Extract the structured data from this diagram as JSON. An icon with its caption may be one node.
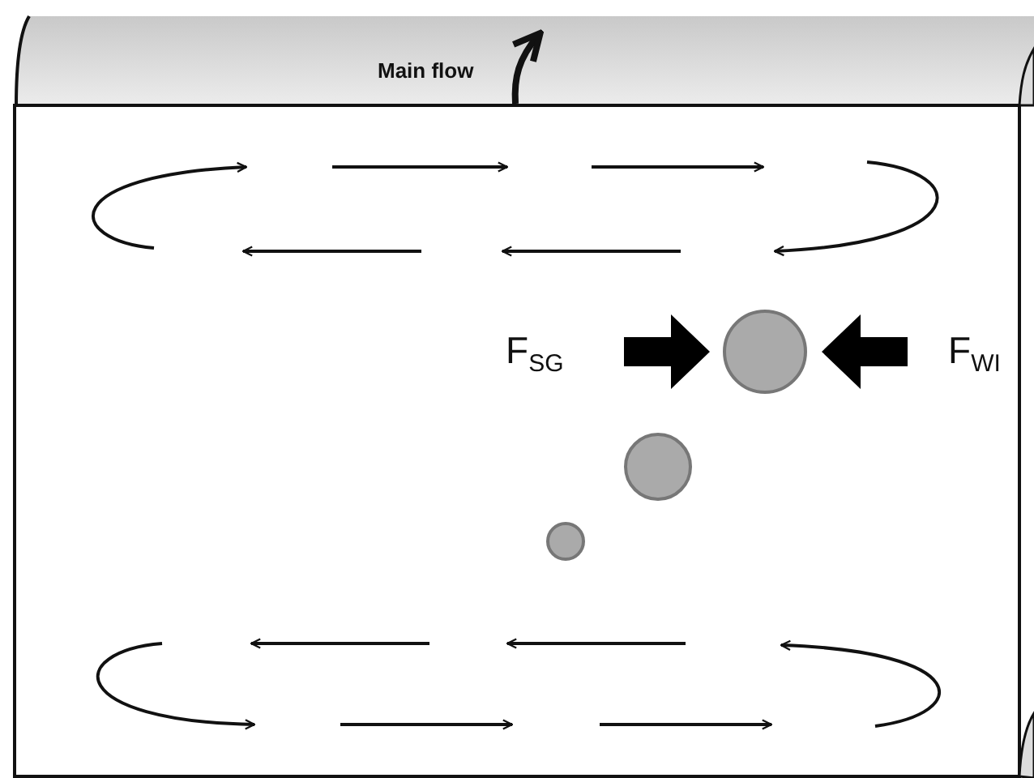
{
  "diagram": {
    "labels": [
      "Main flow",
      "F$_{SG}$",
      "F$_{WI}$"
    ]
  }
}
